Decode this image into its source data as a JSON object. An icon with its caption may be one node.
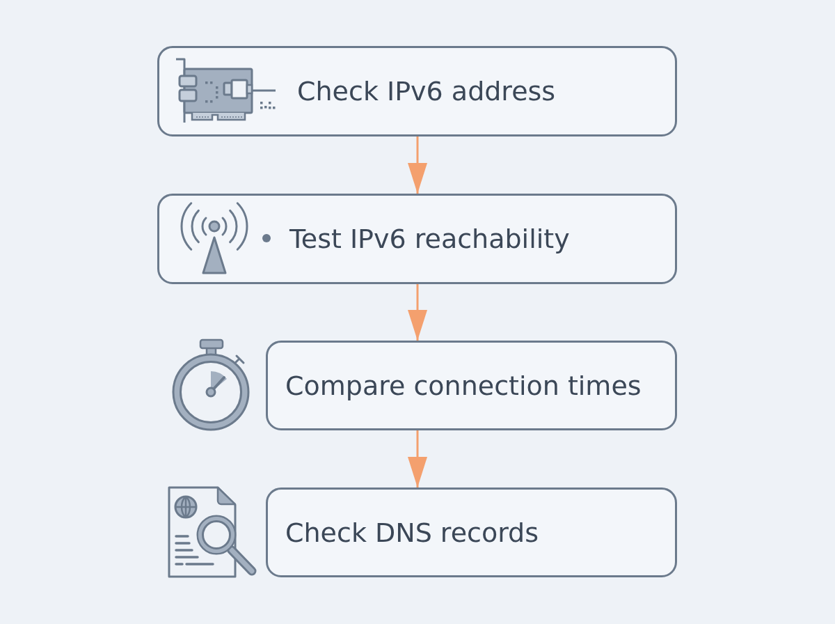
{
  "diagram": {
    "nodes": [
      {
        "text": [
          "Check IPv6 address"
        ]
      },
      {
        "text": [
          "Test IPv6 reachability"
        ]
      },
      {
        "text": [
          "Compare connection times"
        ]
      },
      {
        "text": [
          "Check DNS records"
        ]
      }
    ],
    "edges": [
      {
        "from": 0,
        "to": 1,
        "arrow": "to"
      },
      {
        "from": 1,
        "to": 2,
        "arrow": "to"
      },
      {
        "from": 2,
        "to": 3,
        "arrow": "to"
      }
    ]
  }
}
